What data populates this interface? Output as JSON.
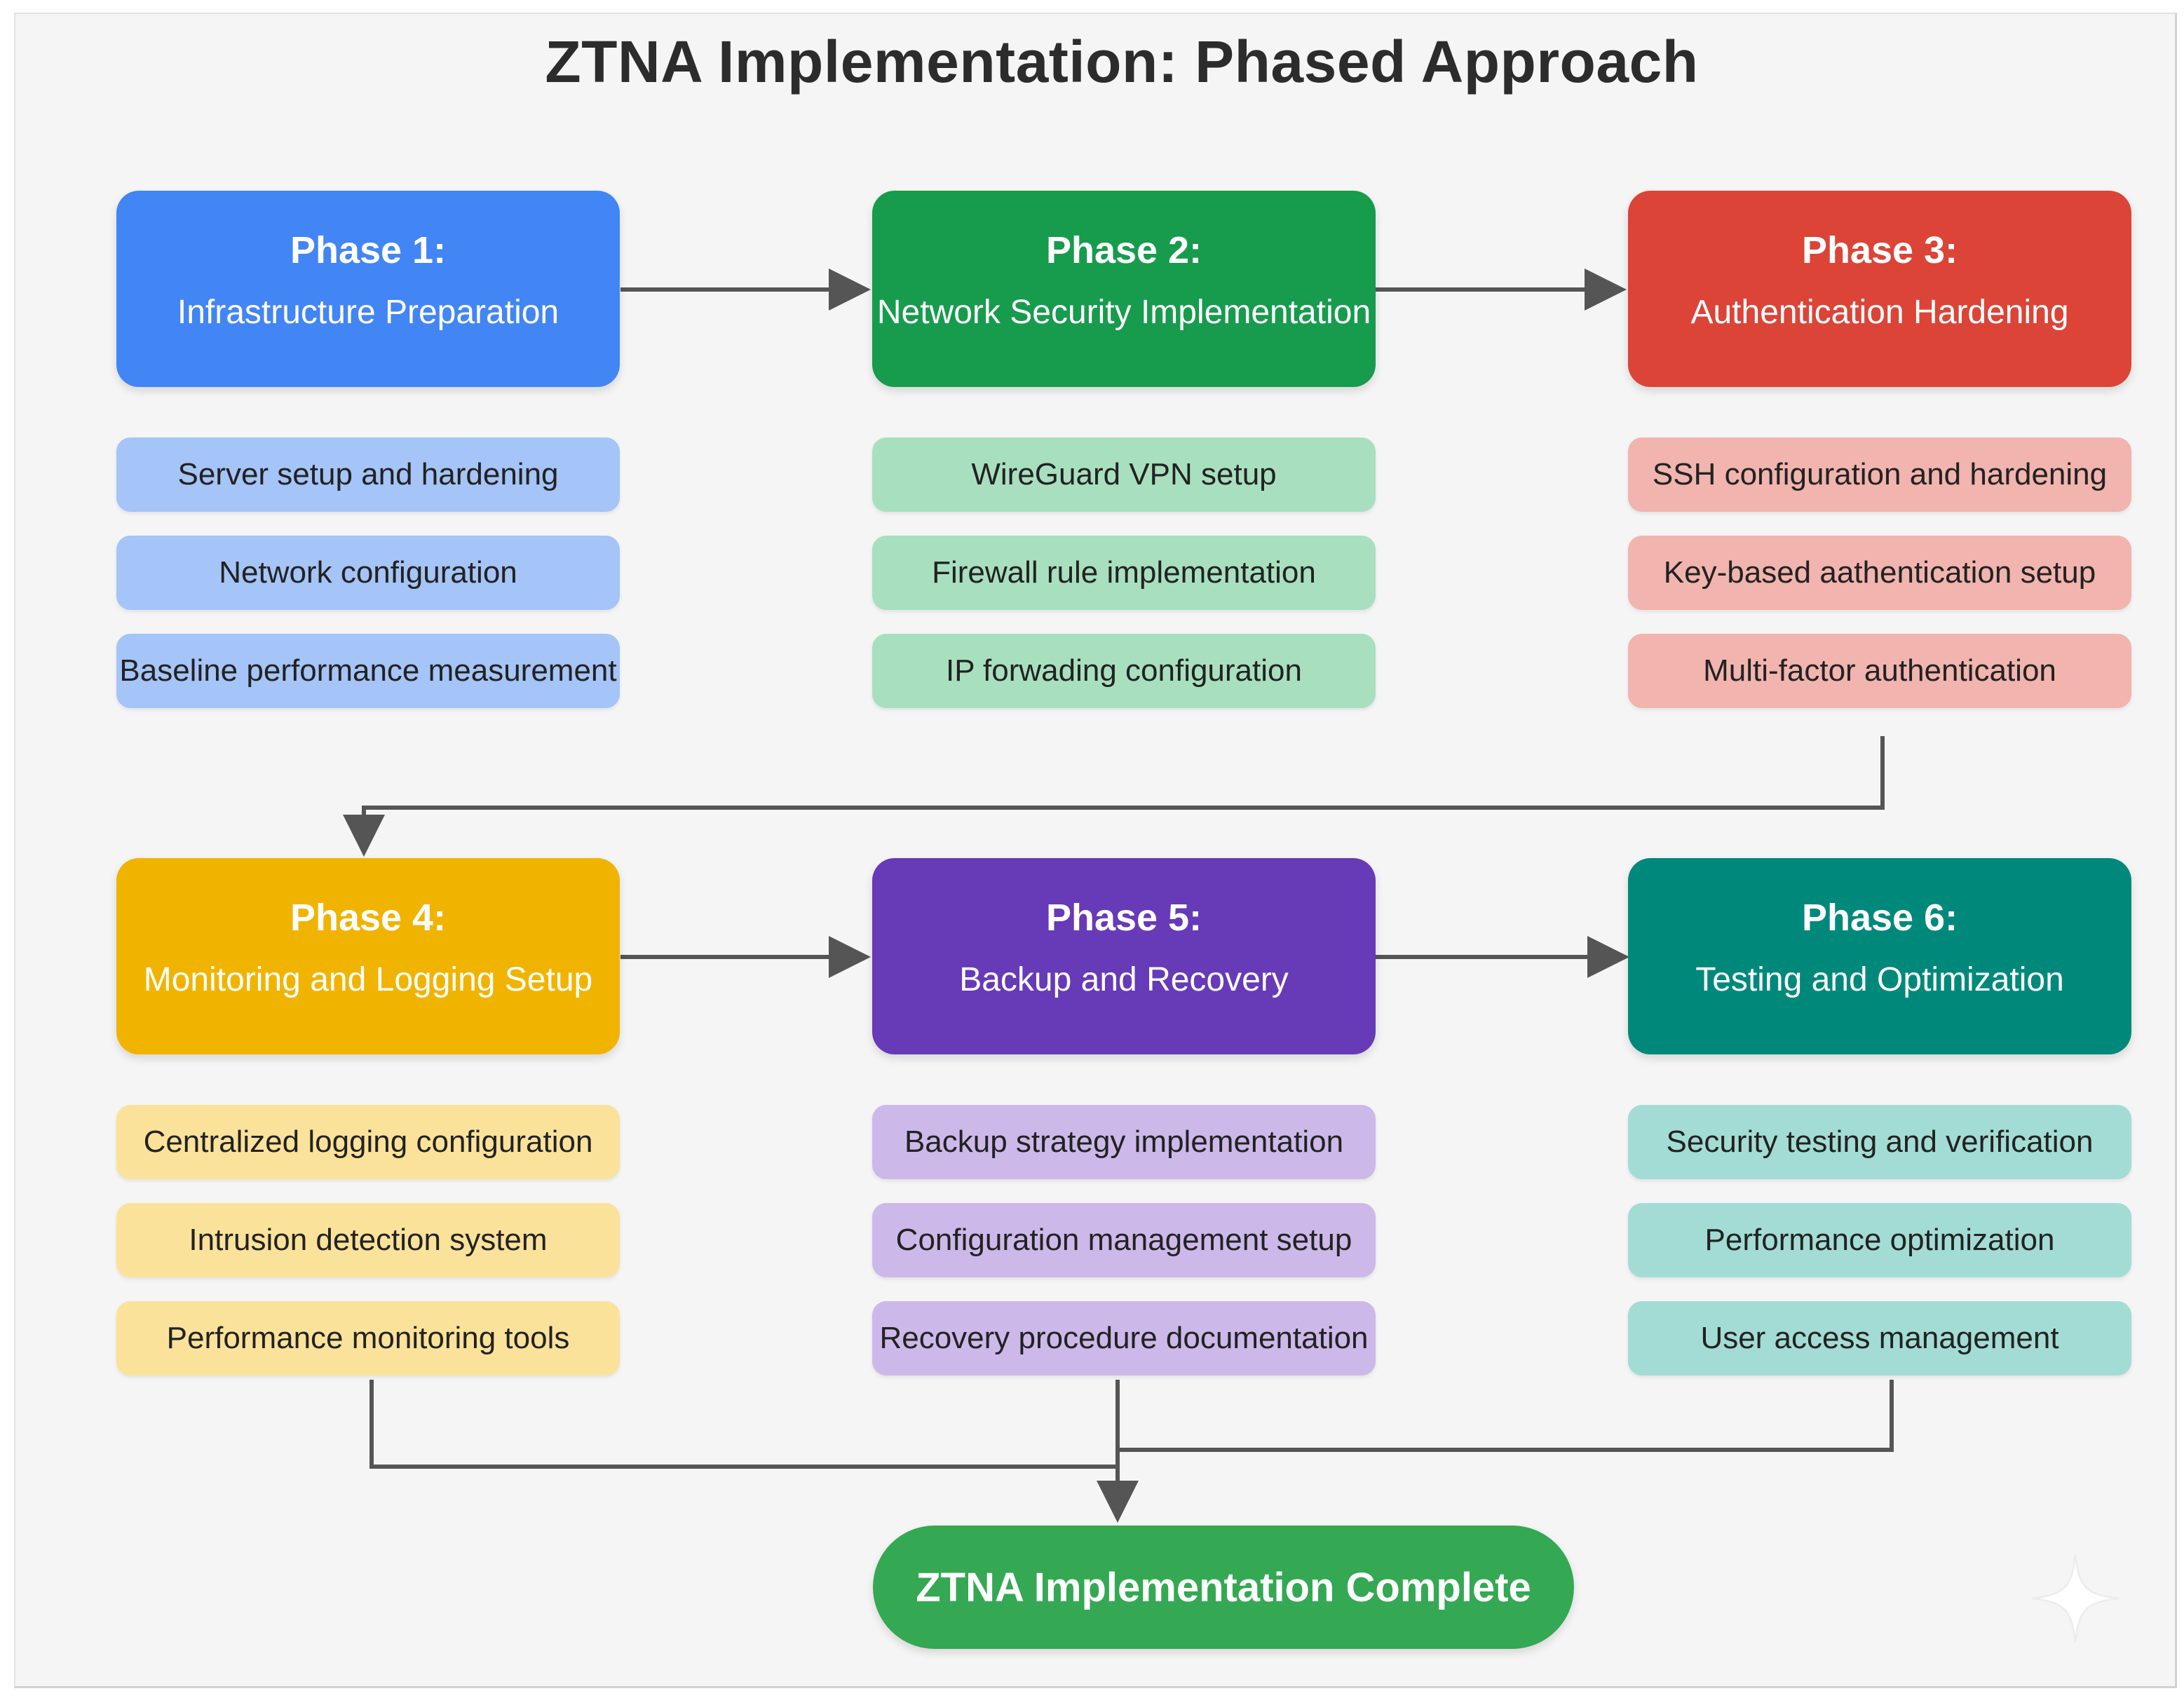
{
  "title": "ZTNA Implementation: Phased Approach",
  "colors": {
    "phase1": "#4285f4",
    "phase1_task": "#a5c4f7",
    "phase2": "#179b4d",
    "phase2_task": "#a8e0bf",
    "phase3": "#db4437",
    "phase3_task": "#f2b4ae",
    "phase4": "#f0b400",
    "phase4_task": "#fbe29a",
    "phase5": "#673ab7",
    "phase5_task": "#cdb8ea",
    "phase6": "#00897b",
    "phase6_task": "#a3dcd5",
    "final": "#34a853",
    "connector": "#555555"
  },
  "phases": [
    {
      "label": "Phase 1:",
      "name": "Infrastructure Preparation",
      "tasks": [
        "Server setup and hardening",
        "Network configuration",
        "Baseline performance measurement"
      ]
    },
    {
      "label": "Phase 2:",
      "name": "Network Security Implementation",
      "tasks": [
        "WireGuard VPN setup",
        "Firewall rule implementation",
        "IP forwading configuration"
      ]
    },
    {
      "label": "Phase 3:",
      "name": "Authentication Hardening",
      "tasks": [
        "SSH configuration and hardening",
        "Key-based aathentication setup",
        "Multi-factor authentication"
      ]
    },
    {
      "label": "Phase 4:",
      "name": "Monitoring and Logging Setup",
      "tasks": [
        "Centralized logging configuration",
        "Intrusion detection system",
        "Performance monitoring tools"
      ]
    },
    {
      "label": "Phase 5:",
      "name": "Backup and Recovery",
      "tasks": [
        "Backup strategy implementation",
        "Configuration management setup",
        "Recovery procedure documentation"
      ]
    },
    {
      "label": "Phase 6:",
      "name": "Testing and Optimization",
      "tasks": [
        "Security testing and verification",
        "Performance optimization",
        "User access management"
      ]
    }
  ],
  "final": "ZTNA Implementation Complete",
  "watermark_icon": "sparkle-icon"
}
